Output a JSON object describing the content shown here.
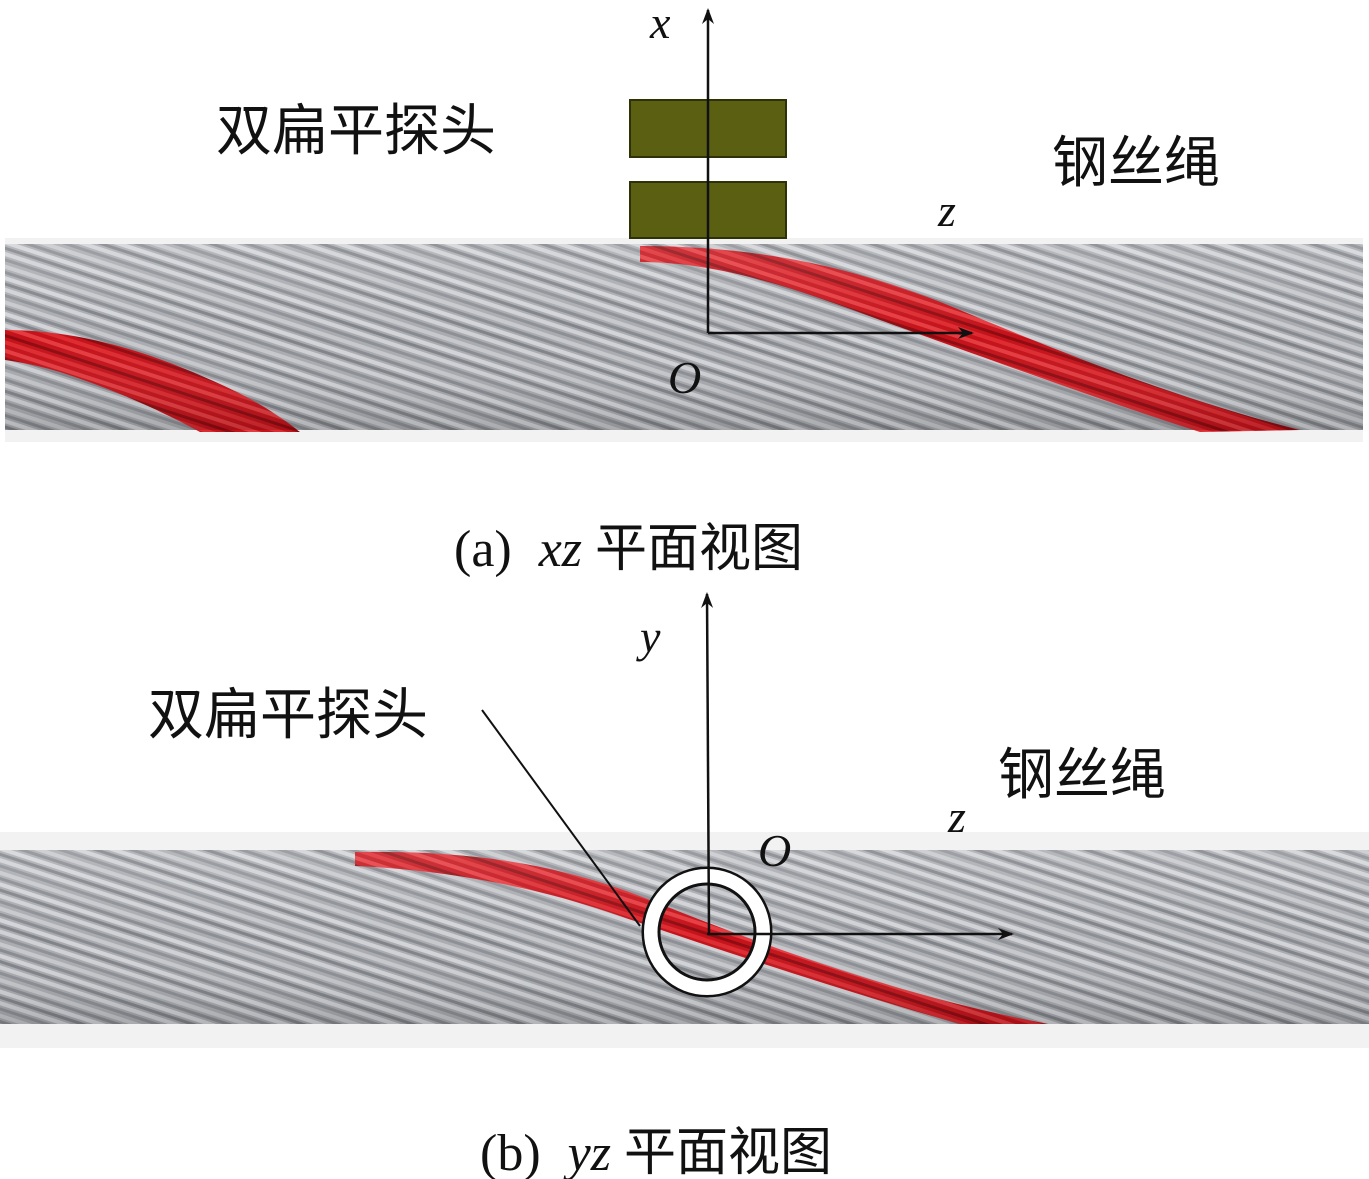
{
  "panel_a": {
    "probe_label": "双扁平探头",
    "rope_label": "钢丝绳",
    "axis_x": "x",
    "axis_z": "z",
    "origin": "O",
    "caption_prefix": "(a)",
    "caption_plane": "xz",
    "caption_suffix": " 平面视图"
  },
  "panel_b": {
    "probe_label": "双扁平探头",
    "rope_label": "钢丝绳",
    "axis_y": "y",
    "axis_z": "z",
    "origin": "O",
    "caption_prefix": "(b)",
    "caption_plane": "yz",
    "caption_suffix": " 平面视图"
  },
  "colors": {
    "rope_gray": "#a9abb0",
    "rope_dark": "#7f8287",
    "strand_red": "#c4121a",
    "probe_olive": "#5b5f12",
    "axis": "#111111"
  }
}
